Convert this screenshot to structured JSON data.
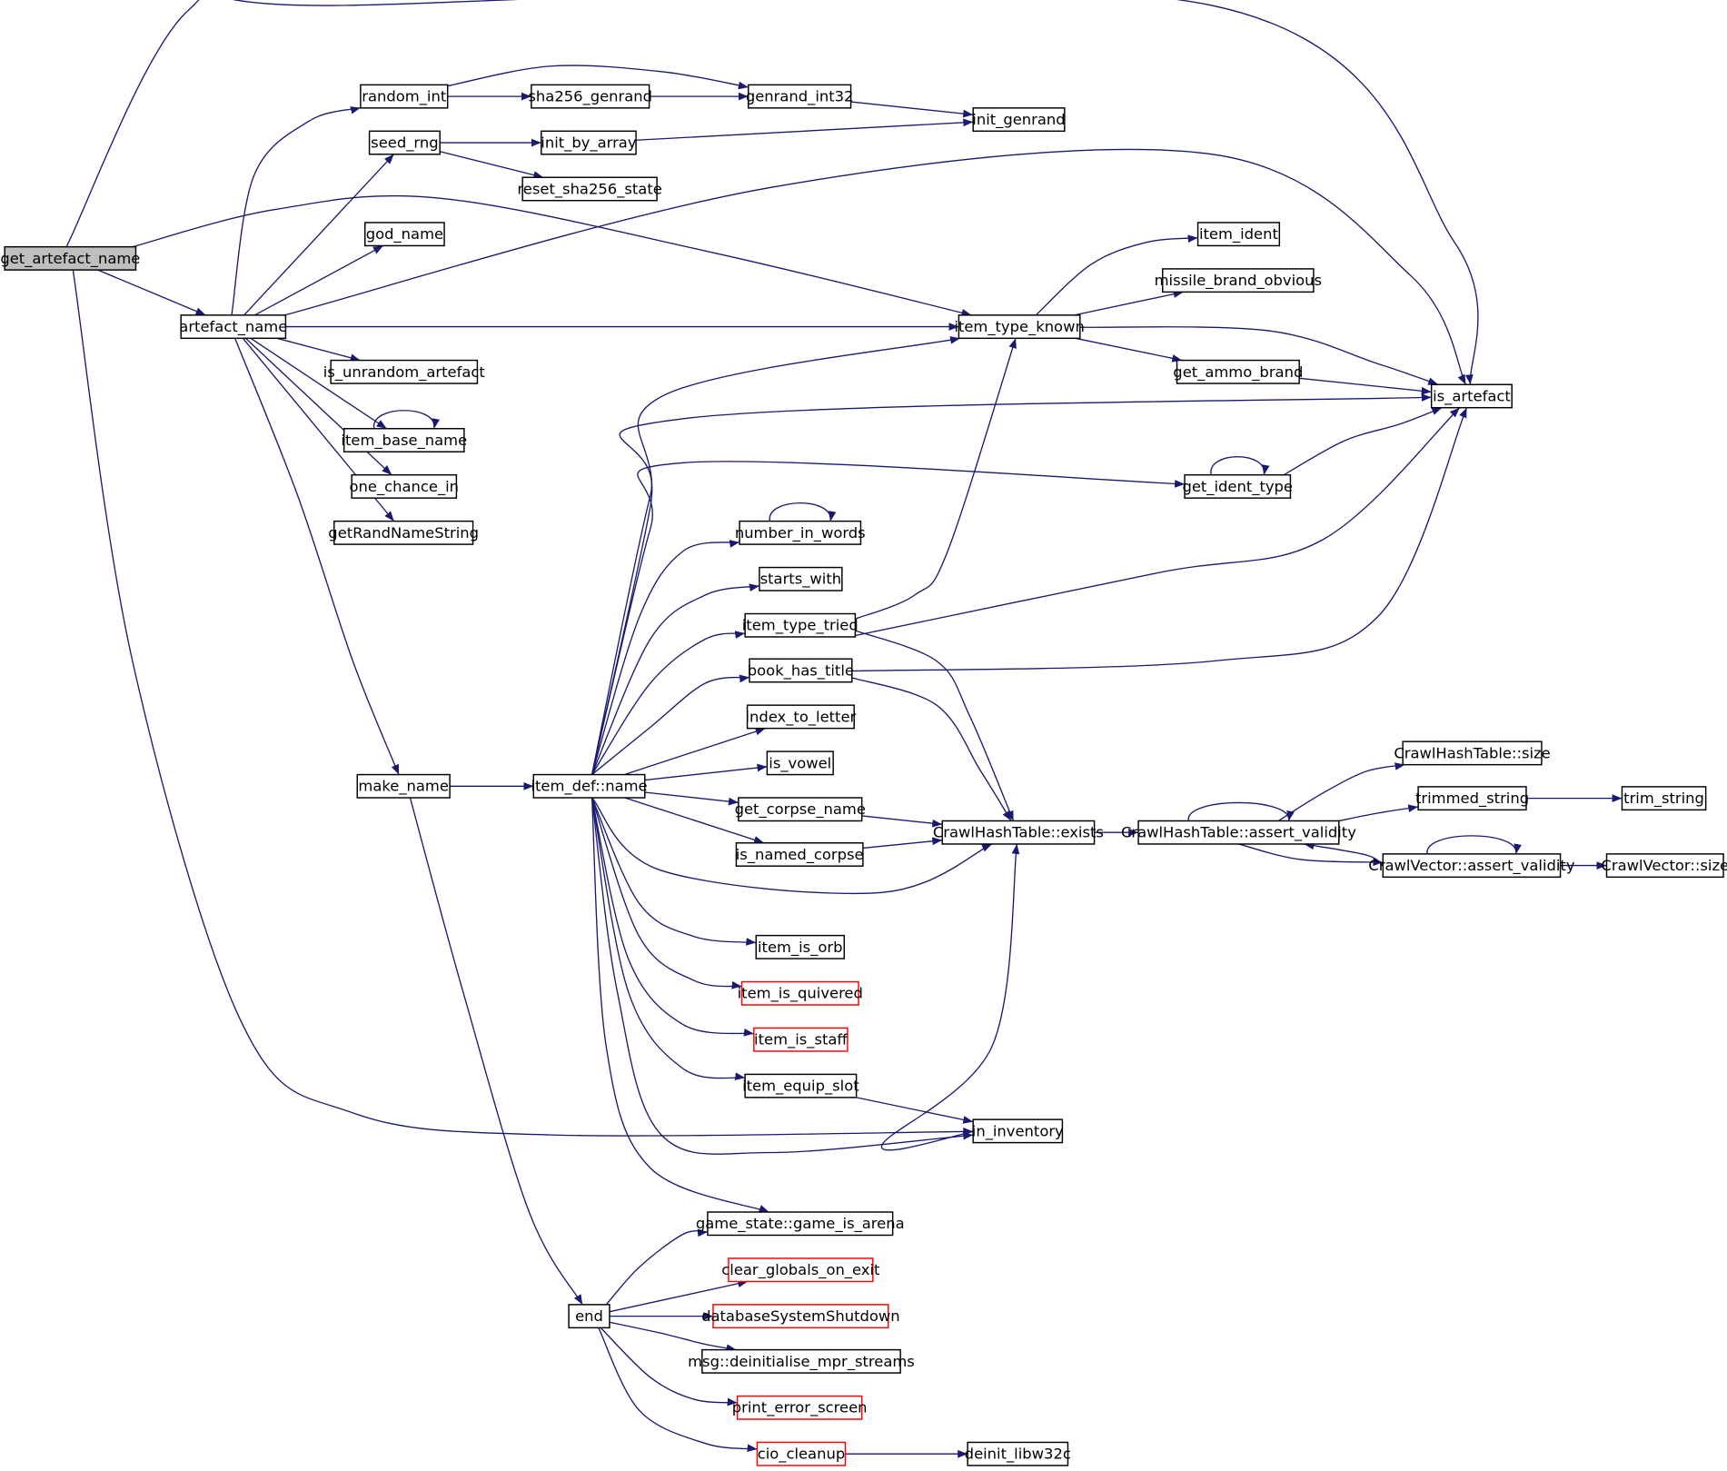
{
  "graph": {
    "root": "get_artefact_name",
    "colors": {
      "edge": "#191970",
      "node_border": "#000000",
      "root_fill": "#bfbfbf",
      "truncated_border": "#ff0000"
    },
    "nodes": [
      {
        "id": "get_artefact_name",
        "label": "get_artefact_name",
        "root": true
      },
      {
        "id": "artefact_name",
        "label": "artefact_name"
      },
      {
        "id": "random_int",
        "label": "random_int"
      },
      {
        "id": "sha256_genrand",
        "label": "sha256_genrand"
      },
      {
        "id": "genrand_int32",
        "label": "genrand_int32"
      },
      {
        "id": "init_genrand",
        "label": "init_genrand"
      },
      {
        "id": "seed_rng",
        "label": "seed_rng"
      },
      {
        "id": "init_by_array",
        "label": "init_by_array"
      },
      {
        "id": "reset_sha256_state",
        "label": "reset_sha256_state"
      },
      {
        "id": "god_name",
        "label": "god_name"
      },
      {
        "id": "is_unrandom_artefact",
        "label": "is_unrandom_artefact"
      },
      {
        "id": "item_base_name",
        "label": "item_base_name"
      },
      {
        "id": "one_chance_in",
        "label": "one_chance_in"
      },
      {
        "id": "getRandNameString",
        "label": "getRandNameString"
      },
      {
        "id": "make_name",
        "label": "make_name"
      },
      {
        "id": "item_def_name",
        "label": "item_def::name"
      },
      {
        "id": "end",
        "label": "end"
      },
      {
        "id": "item_type_known",
        "label": "item_type_known"
      },
      {
        "id": "item_ident",
        "label": "item_ident"
      },
      {
        "id": "missile_brand_obvious",
        "label": "missile_brand_obvious"
      },
      {
        "id": "get_ammo_brand",
        "label": "get_ammo_brand"
      },
      {
        "id": "is_artefact",
        "label": "is_artefact"
      },
      {
        "id": "get_ident_type",
        "label": "get_ident_type"
      },
      {
        "id": "number_in_words",
        "label": "number_in_words"
      },
      {
        "id": "starts_with",
        "label": "starts_with"
      },
      {
        "id": "item_type_tried",
        "label": "item_type_tried"
      },
      {
        "id": "book_has_title",
        "label": "book_has_title"
      },
      {
        "id": "index_to_letter",
        "label": "index_to_letter"
      },
      {
        "id": "is_vowel",
        "label": "is_vowel"
      },
      {
        "id": "get_corpse_name",
        "label": "get_corpse_name"
      },
      {
        "id": "is_named_corpse",
        "label": "is_named_corpse"
      },
      {
        "id": "chash_exists",
        "label": "CrawlHashTable::exists"
      },
      {
        "id": "chash_assert_validity",
        "label": "CrawlHashTable::assert_validity"
      },
      {
        "id": "chash_size",
        "label": "CrawlHashTable::size"
      },
      {
        "id": "trimmed_string",
        "label": "trimmed_string"
      },
      {
        "id": "trim_string",
        "label": "trim_string"
      },
      {
        "id": "cvec_assert_validity",
        "label": "CrawlVector::assert_validity"
      },
      {
        "id": "cvec_size",
        "label": "CrawlVector::size"
      },
      {
        "id": "item_is_orb",
        "label": "item_is_orb"
      },
      {
        "id": "item_is_quivered",
        "label": "item_is_quivered",
        "truncated": true
      },
      {
        "id": "item_is_staff",
        "label": "item_is_staff",
        "truncated": true
      },
      {
        "id": "item_equip_slot",
        "label": "item_equip_slot"
      },
      {
        "id": "in_inventory",
        "label": "in_inventory"
      },
      {
        "id": "game_is_arena",
        "label": "game_state::game_is_arena"
      },
      {
        "id": "clear_globals_on_exit",
        "label": "clear_globals_on_exit",
        "truncated": true
      },
      {
        "id": "databaseSystemShutdown",
        "label": "databaseSystemShutdown",
        "truncated": true
      },
      {
        "id": "deinitialise_mpr_streams",
        "label": "msg::deinitialise_mpr_streams"
      },
      {
        "id": "print_error_screen",
        "label": "print_error_screen",
        "truncated": true
      },
      {
        "id": "cio_cleanup",
        "label": "cio_cleanup",
        "truncated": true
      },
      {
        "id": "deinit_libw32c",
        "label": "deinit_libw32c"
      }
    ],
    "edges": [
      [
        "get_artefact_name",
        "is_artefact"
      ],
      [
        "get_artefact_name",
        "item_type_known"
      ],
      [
        "get_artefact_name",
        "artefact_name"
      ],
      [
        "get_artefact_name",
        "in_inventory"
      ],
      [
        "artefact_name",
        "random_int"
      ],
      [
        "artefact_name",
        "seed_rng"
      ],
      [
        "artefact_name",
        "god_name"
      ],
      [
        "artefact_name",
        "is_artefact"
      ],
      [
        "artefact_name",
        "item_type_known"
      ],
      [
        "artefact_name",
        "is_unrandom_artefact"
      ],
      [
        "artefact_name",
        "item_base_name"
      ],
      [
        "artefact_name",
        "one_chance_in"
      ],
      [
        "artefact_name",
        "getRandNameString"
      ],
      [
        "artefact_name",
        "make_name"
      ],
      [
        "random_int",
        "genrand_int32"
      ],
      [
        "random_int",
        "sha256_genrand"
      ],
      [
        "sha256_genrand",
        "genrand_int32"
      ],
      [
        "genrand_int32",
        "init_genrand"
      ],
      [
        "seed_rng",
        "init_by_array"
      ],
      [
        "seed_rng",
        "reset_sha256_state"
      ],
      [
        "init_by_array",
        "init_genrand"
      ],
      [
        "item_base_name",
        "item_base_name"
      ],
      [
        "make_name",
        "item_def_name"
      ],
      [
        "make_name",
        "end"
      ],
      [
        "item_def_name",
        "item_type_known"
      ],
      [
        "item_def_name",
        "is_artefact"
      ],
      [
        "item_def_name",
        "get_ident_type"
      ],
      [
        "item_def_name",
        "number_in_words"
      ],
      [
        "item_def_name",
        "starts_with"
      ],
      [
        "item_def_name",
        "item_type_tried"
      ],
      [
        "item_def_name",
        "book_has_title"
      ],
      [
        "item_def_name",
        "index_to_letter"
      ],
      [
        "item_def_name",
        "is_vowel"
      ],
      [
        "item_def_name",
        "get_corpse_name"
      ],
      [
        "item_def_name",
        "is_named_corpse"
      ],
      [
        "item_def_name",
        "chash_exists"
      ],
      [
        "item_def_name",
        "item_is_orb"
      ],
      [
        "item_def_name",
        "item_is_quivered"
      ],
      [
        "item_def_name",
        "item_is_staff"
      ],
      [
        "item_def_name",
        "item_equip_slot"
      ],
      [
        "item_def_name",
        "in_inventory"
      ],
      [
        "item_def_name",
        "game_is_arena"
      ],
      [
        "item_type_known",
        "item_ident"
      ],
      [
        "item_type_known",
        "missile_brand_obvious"
      ],
      [
        "item_type_known",
        "is_artefact"
      ],
      [
        "item_type_known",
        "get_ammo_brand"
      ],
      [
        "get_ammo_brand",
        "is_artefact"
      ],
      [
        "get_ident_type",
        "get_ident_type"
      ],
      [
        "get_ident_type",
        "is_artefact"
      ],
      [
        "number_in_words",
        "number_in_words"
      ],
      [
        "item_type_tried",
        "item_type_known"
      ],
      [
        "item_type_tried",
        "is_artefact"
      ],
      [
        "item_type_tried",
        "chash_exists"
      ],
      [
        "book_has_title",
        "is_artefact"
      ],
      [
        "book_has_title",
        "chash_exists"
      ],
      [
        "get_corpse_name",
        "chash_exists"
      ],
      [
        "is_named_corpse",
        "chash_exists"
      ],
      [
        "chash_exists",
        "chash_assert_validity"
      ],
      [
        "chash_assert_validity",
        "chash_assert_validity"
      ],
      [
        "chash_assert_validity",
        "chash_size"
      ],
      [
        "chash_assert_validity",
        "trimmed_string"
      ],
      [
        "chash_assert_validity",
        "cvec_assert_validity"
      ],
      [
        "cvec_assert_validity",
        "chash_assert_validity"
      ],
      [
        "cvec_assert_validity",
        "cvec_assert_validity"
      ],
      [
        "cvec_assert_validity",
        "cvec_size"
      ],
      [
        "trimmed_string",
        "trim_string"
      ],
      [
        "item_equip_slot",
        "in_inventory"
      ],
      [
        "in_inventory",
        "chash_exists"
      ],
      [
        "end",
        "game_is_arena"
      ],
      [
        "end",
        "clear_globals_on_exit"
      ],
      [
        "end",
        "databaseSystemShutdown"
      ],
      [
        "end",
        "deinitialise_mpr_streams"
      ],
      [
        "end",
        "print_error_screen"
      ],
      [
        "end",
        "cio_cleanup"
      ],
      [
        "cio_cleanup",
        "deinit_libw32c"
      ]
    ]
  }
}
